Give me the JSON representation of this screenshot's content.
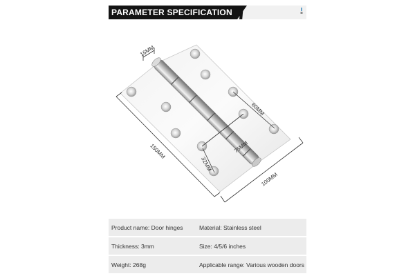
{
  "header": {
    "title": "PARAMETER SPECIFICATION",
    "accent_color": "#141414",
    "bar_color": "#f1f1f1"
  },
  "diagram": {
    "labels": {
      "knuckle_width": "16MM",
      "hole_spacing": "60MM",
      "height": "150MM",
      "width": "100MM",
      "inner_offset": "75MM",
      "edge_offset": "32MM"
    }
  },
  "spec_table": {
    "rows": [
      {
        "left": "Product name: Door hinges",
        "right": "Material: Stainless steel"
      },
      {
        "left": "Thickness: 3mm",
        "right": "Size: 4/5/6 inches"
      },
      {
        "left": "Weight: 268g",
        "right": "Applicable range: Various wooden doors"
      }
    ]
  }
}
